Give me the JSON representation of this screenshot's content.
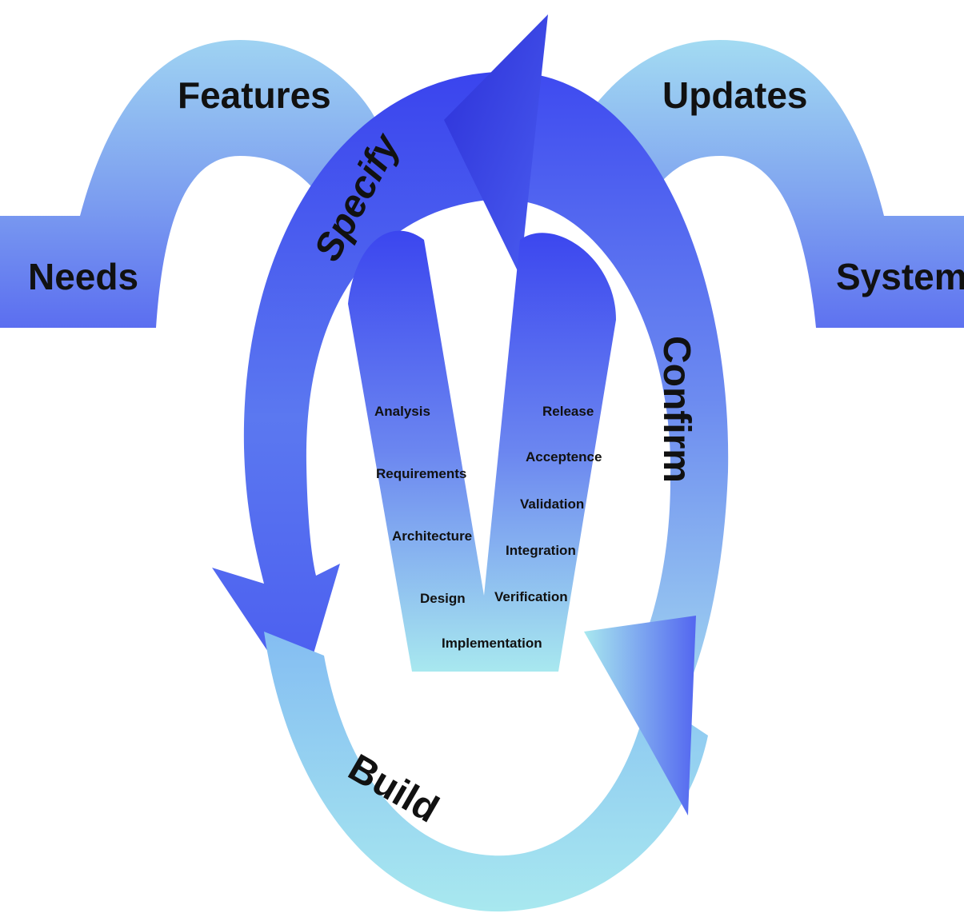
{
  "outer_flow": {
    "left_start": "Needs",
    "left_arch": "Features",
    "right_arch": "Updates",
    "right_end": "Systems"
  },
  "cycle": {
    "specify": "Specify",
    "confirm": "Confirm",
    "build": "Build"
  },
  "v_model": {
    "left_branch": [
      "Analysis",
      "Requirements",
      "Architecture",
      "Design"
    ],
    "bottom": "Implementation",
    "right_branch": [
      "Release",
      "Acceptence",
      "Validation",
      "Integration",
      "Verification"
    ]
  },
  "colors": {
    "deep_blue": "#3f4bf0",
    "mid_blue": "#6f8cf0",
    "light_cyan": "#a8e8ef",
    "text": "#111111"
  }
}
